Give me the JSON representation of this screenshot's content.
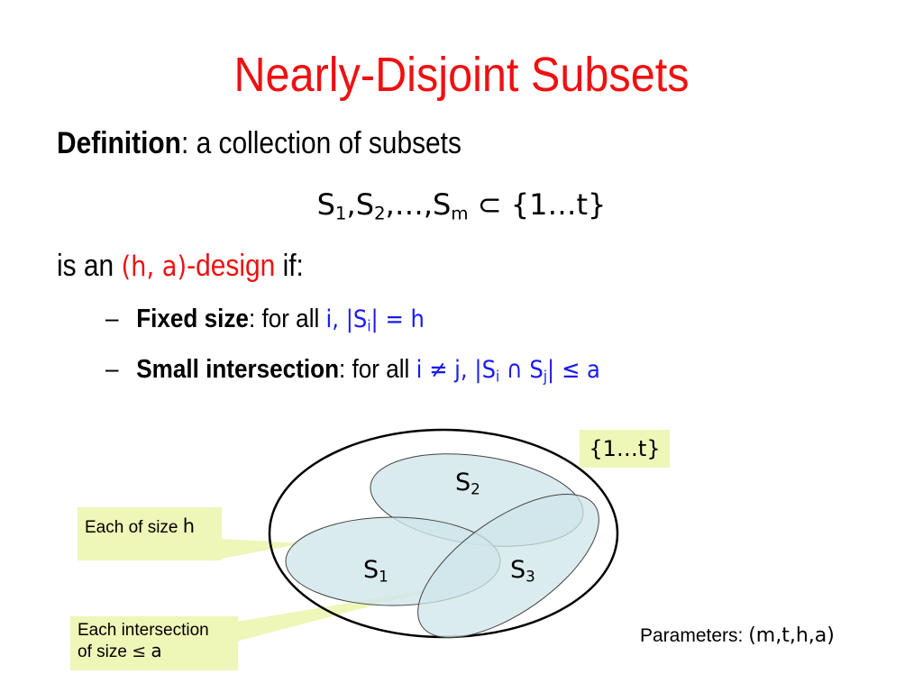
{
  "title": "Nearly-Disjoint Subsets",
  "definition": {
    "term": "Definition",
    "rest": ": a collection of subsets"
  },
  "collection": {
    "s": "S",
    "sub1": "1",
    "sub2": "2",
    "subm": "m",
    "ellipsis": ",…,",
    "comma": ",",
    "subset_symbol": "⊂",
    "universe": "{1…t}"
  },
  "design_line": {
    "prefix": "is an ",
    "params": "(h, a)",
    "word": "-design",
    "suffix": " if:"
  },
  "bullets": [
    {
      "dash": "–",
      "term": "Fixed size",
      "rest": ": for all ",
      "math_a": "i, |S",
      "math_sub": "i",
      "math_b": "| = h"
    },
    {
      "dash": "–",
      "term": "Small intersection",
      "rest": ": for all ",
      "math_a": "i ≠ j, |S",
      "math_sub": "i",
      "math_b": "∩ S",
      "math_sub2": "j",
      "math_c": "| ≤ a"
    }
  ],
  "diagram": {
    "universe_label": "{1…t}",
    "sets": [
      {
        "name": "S",
        "sub": "1"
      },
      {
        "name": "S",
        "sub": "2"
      },
      {
        "name": "S",
        "sub": "3"
      }
    ],
    "fill_color": "#cfe6ea",
    "callout_color": "#eef6b8"
  },
  "callouts": {
    "size_text": "Each of size ",
    "size_var": "h",
    "intersection_line1": "Each intersection",
    "intersection_line2": "of size ",
    "le": "≤",
    "intersection_var": "a"
  },
  "parameters": {
    "label": "Parameters: ",
    "value": "(m,t,h,a)"
  },
  "colors": {
    "title": "#ee1111",
    "accent": "#ee1111",
    "math": "#1a1aee"
  }
}
